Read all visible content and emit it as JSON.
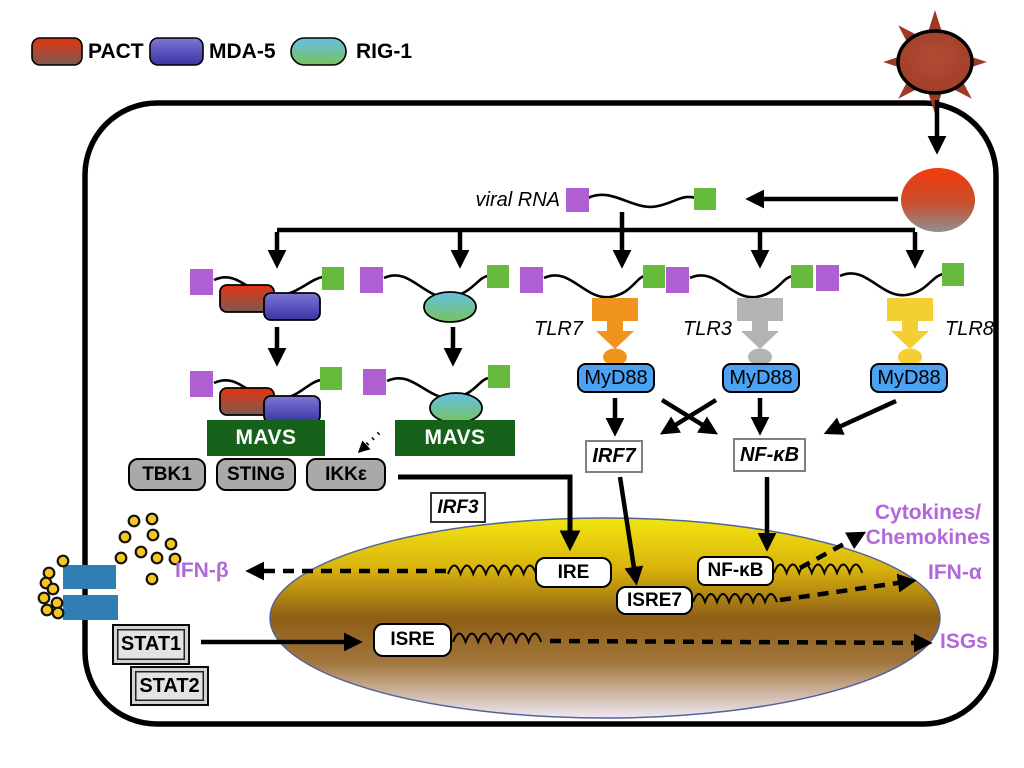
{
  "legend": {
    "items": [
      {
        "label": "PACT",
        "color": "#d93212"
      },
      {
        "label": "MDA-5",
        "color": "#544bb4"
      },
      {
        "label": "RIG-1",
        "color": "#5fbadf"
      }
    ]
  },
  "labels": {
    "viral_rna": "viral RNA",
    "tlr7": "TLR7",
    "tlr3": "TLR3",
    "tlr8": "TLR8",
    "myd88": "MyD88",
    "mavs": "MAVS",
    "tbk1": "TBK1",
    "sting": "STING",
    "ikke": "IKKε",
    "irf3": "IRF3",
    "irf7": "IRF7",
    "nfkb": "NF-κB",
    "ire": "IRE",
    "isre7": "ISRE7",
    "nfkb_site": "NF-κB",
    "isre": "ISRE",
    "stat1": "STAT1",
    "stat2": "STAT2"
  },
  "outputs": {
    "ifn_beta": "IFN-β",
    "cytokines_line1": "Cytokines/",
    "cytokines_line2": "Chemokines",
    "ifn_alpha": "IFN-α",
    "isgs": "ISGs"
  },
  "colors": {
    "tlr7_orange": "#f0941e",
    "tlr3_gray": "#b3b3b3",
    "tlr8_yellow": "#f3cf33",
    "myd88_blue": "#4ba2f2",
    "mavs_green": "#15611a",
    "kinase_gray": "#a9a9a9",
    "rna_purple": "#b05fd3",
    "rna_green": "#67bb3c",
    "output_purple": "#b168d8",
    "nucleus_yellow": "#f4e713",
    "nucleus_brown": "#8a5c17",
    "channel_blue": "#2f7fb2",
    "dot_yellow": "#f6c51f",
    "virus_red": "#a8402e",
    "pact_red": "#d93212",
    "mda5_blue": "#544bb4",
    "rig1_teal": "#5fbadf"
  }
}
